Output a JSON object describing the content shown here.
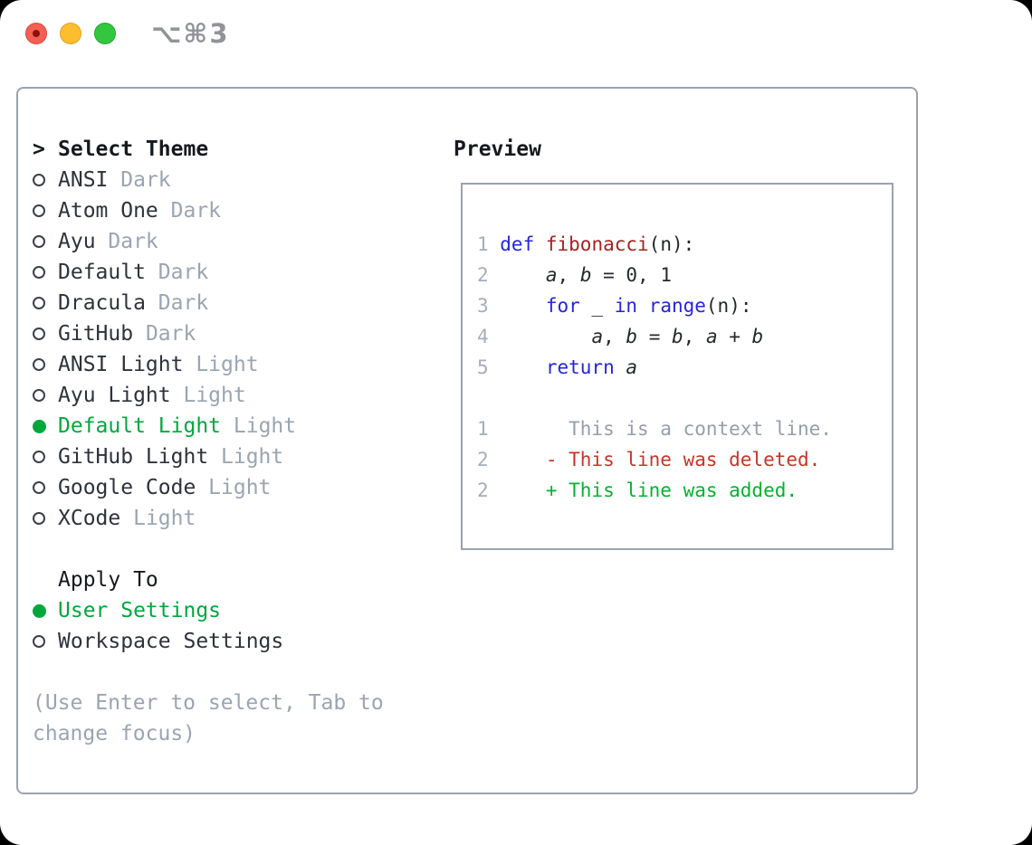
{
  "titlebar": {
    "shortcut": "⌥⌘3"
  },
  "colors": {
    "accent_green": "#00a83c",
    "heading": "#16191d",
    "text": "#2d333b",
    "muted": "#9aa5b2",
    "border": "#9aa3ae",
    "keyword": "#2525dd",
    "function": "#a82121",
    "code": "#24292e",
    "context": "#959fa9",
    "deleted": "#c93428",
    "added": "#00b42e",
    "gutter": "#a4aeb9",
    "traffic_red": "#f45f54",
    "traffic_yellow": "#fcbe2f",
    "traffic_green": "#32c73f"
  },
  "theme_picker": {
    "title_marker": ">",
    "title": "Select Theme",
    "items": [
      {
        "name": "ANSI",
        "variant": "Dark",
        "selected": false
      },
      {
        "name": "Atom One",
        "variant": "Dark",
        "selected": false
      },
      {
        "name": "Ayu",
        "variant": "Dark",
        "selected": false
      },
      {
        "name": "Default",
        "variant": "Dark",
        "selected": false
      },
      {
        "name": "Dracula",
        "variant": "Dark",
        "selected": false
      },
      {
        "name": "GitHub",
        "variant": "Dark",
        "selected": false
      },
      {
        "name": "ANSI Light",
        "variant": "Light",
        "selected": false
      },
      {
        "name": "Ayu Light",
        "variant": "Light",
        "selected": false
      },
      {
        "name": "Default Light",
        "variant": "Light",
        "selected": true
      },
      {
        "name": "GitHub Light",
        "variant": "Light",
        "selected": false
      },
      {
        "name": "Google Code",
        "variant": "Light",
        "selected": false
      },
      {
        "name": "XCode",
        "variant": "Light",
        "selected": false
      }
    ],
    "apply_to": {
      "title": "Apply To",
      "options": [
        {
          "label": "User Settings",
          "selected": true
        },
        {
          "label": "Workspace Settings",
          "selected": false
        }
      ]
    },
    "hint_lines": [
      "(Use Enter to select, Tab to",
      "change focus)"
    ]
  },
  "preview": {
    "title": "Preview",
    "lines": [
      {
        "num": "1",
        "segments": [
          {
            "t": "def",
            "c": "keyword"
          },
          {
            "t": " ",
            "c": "code"
          },
          {
            "t": "fibonacci",
            "c": "function"
          },
          {
            "t": "(n):",
            "c": "code"
          }
        ]
      },
      {
        "num": "2",
        "segments": [
          {
            "t": "    ",
            "c": "code"
          },
          {
            "t": "a",
            "c": "code",
            "i": true
          },
          {
            "t": ", ",
            "c": "code"
          },
          {
            "t": "b",
            "c": "code",
            "i": true
          },
          {
            "t": " = 0, 1",
            "c": "code"
          }
        ]
      },
      {
        "num": "3",
        "segments": [
          {
            "t": "    ",
            "c": "code"
          },
          {
            "t": "for",
            "c": "keyword"
          },
          {
            "t": " _ ",
            "c": "code"
          },
          {
            "t": "in",
            "c": "keyword"
          },
          {
            "t": " ",
            "c": "code"
          },
          {
            "t": "range",
            "c": "keyword"
          },
          {
            "t": "(n):",
            "c": "code"
          }
        ]
      },
      {
        "num": "4",
        "segments": [
          {
            "t": "        ",
            "c": "code"
          },
          {
            "t": "a",
            "c": "code",
            "i": true
          },
          {
            "t": ", ",
            "c": "code"
          },
          {
            "t": "b",
            "c": "code",
            "i": true
          },
          {
            "t": " = ",
            "c": "code"
          },
          {
            "t": "b",
            "c": "code",
            "i": true
          },
          {
            "t": ", ",
            "c": "code"
          },
          {
            "t": "a",
            "c": "code",
            "i": true
          },
          {
            "t": " + ",
            "c": "code"
          },
          {
            "t": "b",
            "c": "code",
            "i": true
          }
        ]
      },
      {
        "num": "5",
        "segments": [
          {
            "t": "    ",
            "c": "code"
          },
          {
            "t": "return",
            "c": "keyword"
          },
          {
            "t": " ",
            "c": "code"
          },
          {
            "t": "a",
            "c": "code",
            "i": true
          }
        ]
      },
      {
        "num": "",
        "segments": []
      },
      {
        "num": "1",
        "segments": [
          {
            "t": "      This is a context line.",
            "c": "context"
          }
        ]
      },
      {
        "num": "2",
        "segments": [
          {
            "t": "    - This line was deleted.",
            "c": "deleted"
          }
        ]
      },
      {
        "num": "2",
        "segments": [
          {
            "t": "    + This line was added.",
            "c": "added"
          }
        ]
      }
    ]
  }
}
